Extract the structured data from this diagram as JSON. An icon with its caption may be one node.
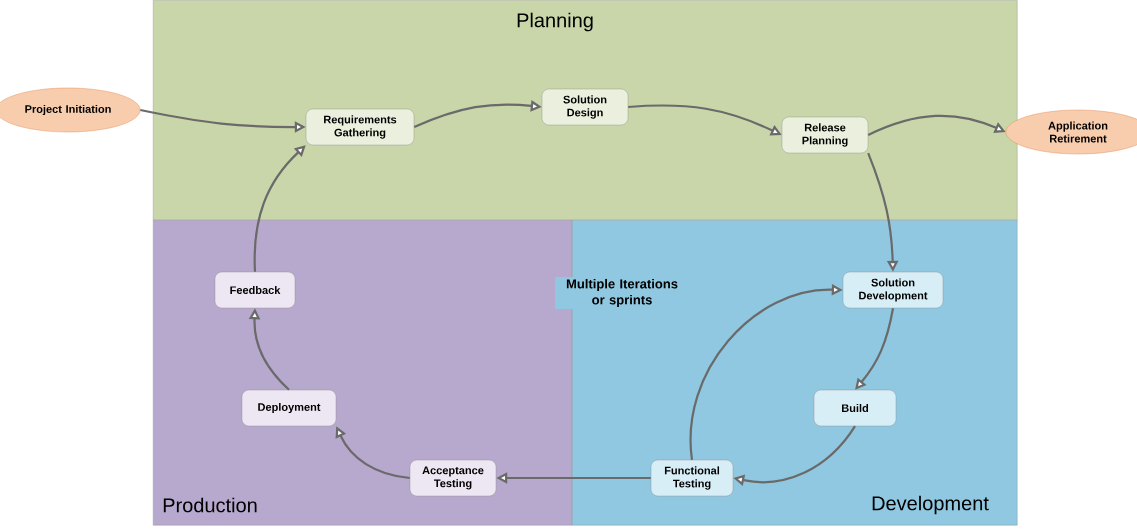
{
  "diagram": {
    "nodes": [
      {
        "text": [
          "Planning"
        ]
      },
      {
        "text": [
          "Production"
        ]
      },
      {
        "text": [
          "Development"
        ]
      },
      {
        "text": [
          "Project Initiation"
        ]
      },
      {
        "text": [
          "Requirements Gathering"
        ],
        "in": 0
      },
      {
        "text": [
          "Solution Design"
        ],
        "in": 0
      },
      {
        "text": [
          "Release Planning"
        ],
        "in": 0
      },
      {
        "text": [
          "Application Retirement"
        ]
      },
      {
        "text": [
          "Solution Development"
        ],
        "in": 2
      },
      {
        "text": [
          "Build"
        ],
        "in": 2
      },
      {
        "text": [
          "Functional Testing"
        ],
        "in": 2
      },
      {
        "text": [
          "Acceptance Testing"
        ],
        "in": 1
      },
      {
        "text": [
          "Deployment"
        ],
        "in": 1
      },
      {
        "text": [
          "Feedback"
        ],
        "in": 1
      }
    ],
    "edges": [
      {
        "from": 3,
        "to": 4,
        "arrow": "to"
      },
      {
        "from": 4,
        "to": 5,
        "arrow": "to"
      },
      {
        "from": 5,
        "to": 6,
        "arrow": "to"
      },
      {
        "from": 6,
        "to": 7,
        "arrow": "to"
      },
      {
        "from": 6,
        "to": 8,
        "arrow": "to"
      },
      {
        "from": 8,
        "to": 9,
        "arrow": "to"
      },
      {
        "from": 9,
        "to": 10,
        "arrow": "to"
      },
      {
        "from": 10,
        "to": 8,
        "arrow": "to",
        "label": "Multiple Iterations or sprints"
      },
      {
        "from": 10,
        "to": 11,
        "arrow": "to"
      },
      {
        "from": 11,
        "to": 12,
        "arrow": "to"
      },
      {
        "from": 12,
        "to": 13,
        "arrow": "to"
      },
      {
        "from": 13,
        "to": 4,
        "arrow": "to"
      }
    ]
  }
}
